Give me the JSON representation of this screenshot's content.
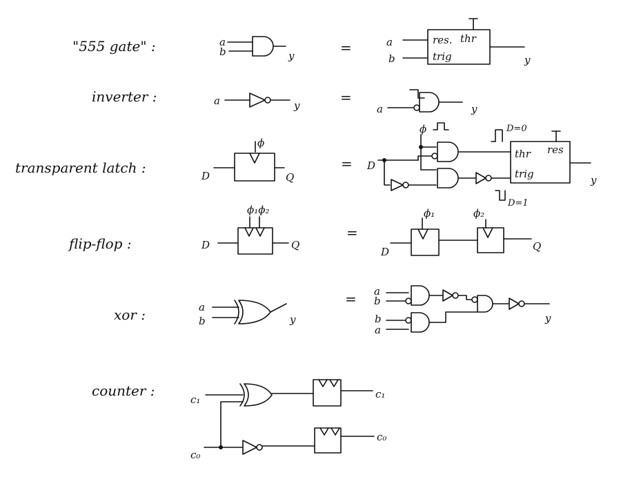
{
  "rows": {
    "gate555": {
      "title": "\"555 gate\" :",
      "in_a": "a",
      "in_b": "b",
      "out": "y",
      "eq": "=",
      "box_res": "res.",
      "box_thr": "thr",
      "box_trig": "trig"
    },
    "inverter": {
      "title": "inverter :",
      "in_a": "a",
      "out": "y",
      "eq": "="
    },
    "latch": {
      "title": "transparent latch :",
      "phi": "ϕ",
      "d": "D",
      "q": "Q",
      "eq": "=",
      "note_top": "D=0",
      "note_bottom": "D=1",
      "box_thr": "thr",
      "box_res": "res",
      "box_trig": "trig",
      "out": "y"
    },
    "flipflop": {
      "title": "flip-flop :",
      "phi1": "ϕ₁",
      "phi2": "ϕ₂",
      "phis": "ϕ₁ϕ₂",
      "d": "D",
      "q": "Q",
      "eq": "="
    },
    "xor": {
      "title": "xor :",
      "in_a": "a",
      "in_b": "b",
      "out": "y",
      "eq": "="
    },
    "counter": {
      "title": "counter :",
      "c1": "c₁",
      "c0": "c₀"
    }
  }
}
